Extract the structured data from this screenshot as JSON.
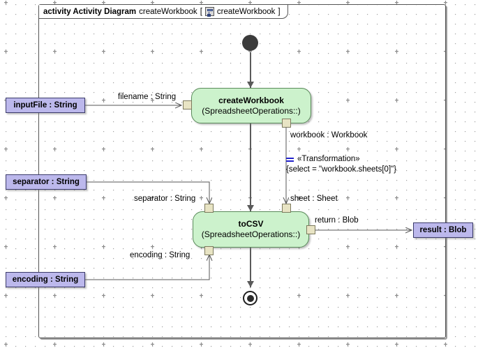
{
  "frame": {
    "keyword": "activity Activity Diagram",
    "name": "createWorkbook",
    "bracket_open": "[",
    "bracket_close": "]",
    "icon": "activity-diagram-icon",
    "ref_name": "createWorkbook"
  },
  "nodes": {
    "initial": {
      "name": "initial-node"
    },
    "final": {
      "name": "activity-final-node"
    },
    "create_workbook": {
      "title": "createWorkbook",
      "subtitle": "(SpreadsheetOperations::)"
    },
    "to_csv": {
      "title": "toCSV",
      "subtitle": "(SpreadsheetOperations::)"
    }
  },
  "parameters": {
    "input_file": "inputFile : String",
    "separator": "separator : String",
    "encoding": "encoding : String",
    "result": "result : Blob"
  },
  "edge_labels": {
    "filename": "filename : String",
    "workbook": "workbook : Workbook",
    "sheet": "sheet : Sheet",
    "separator": "separator : String",
    "encoding": "encoding : String",
    "return": "return : Blob"
  },
  "transformation": {
    "icon": "transformation-icon",
    "stereotype": "«Transformation»",
    "constraint": "{select = \"workbook.sheets[0]\"}"
  },
  "colors": {
    "action_fill": "#ccf2cc",
    "action_stroke": "#5a8a5a",
    "param_fill": "#bcb8ec",
    "param_stroke": "#3b3b6b",
    "pin_fill": "#e8e4c4",
    "pin_stroke": "#7d7a5e",
    "transformation_accent": "#2222cc",
    "frame_stroke": "#555555",
    "grid_dot": "#9a9a9a"
  }
}
